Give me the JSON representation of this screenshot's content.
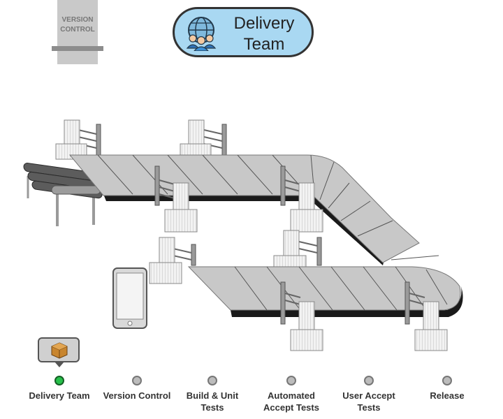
{
  "header": {
    "version_control_label": "VERSION CONTROL",
    "team_title": "Delivery Team"
  },
  "tooltip": {
    "icon": "package-icon"
  },
  "stages": [
    {
      "label": "Delivery Team",
      "active": true
    },
    {
      "label": "Version Control",
      "active": false
    },
    {
      "label": "Build & Unit Tests",
      "active": false
    },
    {
      "label": "Automated Accept Tests",
      "active": false
    },
    {
      "label": "User Accept Tests",
      "active": false
    },
    {
      "label": "Release",
      "active": false
    }
  ],
  "colors": {
    "badge_fill": "#a9d8f2",
    "active_stage": "#27c04a",
    "inactive_stage": "#bcbcbc",
    "belt": "#c8c8c8",
    "belt_edge": "#1a1a1a"
  }
}
